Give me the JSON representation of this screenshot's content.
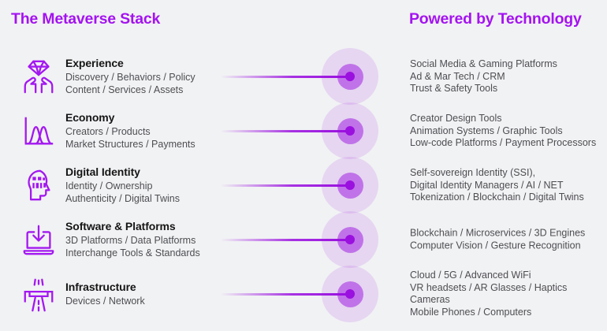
{
  "colors": {
    "background": "#f1f2f4",
    "accent_purple": "#9a10df",
    "heading_purple": "#a413f0",
    "icon_purple": "#a318f0",
    "row_title_text": "#161616",
    "body_text": "#4e4e52",
    "node_mid_ring": "rgba(154,16,223,0.5)",
    "node_outer_ring": "rgba(154,16,223,0.12)"
  },
  "header": {
    "left_title": "The Metaverse Stack",
    "right_title": "Powered by Technology"
  },
  "rows": [
    {
      "icon": "hands-diamond-icon",
      "title": "Experience",
      "left_lines": [
        "Discovery / Behaviors / Policy",
        "Content / Services / Assets"
      ],
      "right_lines": [
        "Social Media & Gaming Platforms",
        "Ad & Mar Tech / CRM",
        "Trust & Safety Tools"
      ]
    },
    {
      "icon": "market-curves-icon",
      "title": "Economy",
      "left_lines": [
        "Creators / Products",
        "Market Structures / Payments"
      ],
      "right_lines": [
        "Creator Design Tools",
        "Animation Systems / Graphic Tools",
        "Low-code Platforms / Payment Processors"
      ]
    },
    {
      "icon": "head-code-icon",
      "title": "Digital Identity",
      "left_lines": [
        "Identity / Ownership",
        "Authenticity / Digital Twins"
      ],
      "right_lines": [
        "Self-sovereign Identity (SSI),",
        "Digital Identity Managers / AI / NET",
        "Tokenization / Blockchain / Digital Twins"
      ]
    },
    {
      "icon": "laptop-download-icon",
      "title": "Software & Platforms",
      "left_lines": [
        "3D Platforms / Data Platforms",
        "Interchange Tools & Standards"
      ],
      "right_lines": [
        "Blockchain / Microservices / 3D Engines",
        "Computer Vision / Gesture Recognition"
      ]
    },
    {
      "icon": "highway-icon",
      "title": "Infrastructure",
      "left_lines": [
        "Devices / Network"
      ],
      "right_lines": [
        "Cloud / 5G / Advanced WiFi",
        "VR headsets / AR Glasses / Haptics Cameras",
        "Mobile Phones / Computers"
      ]
    }
  ]
}
